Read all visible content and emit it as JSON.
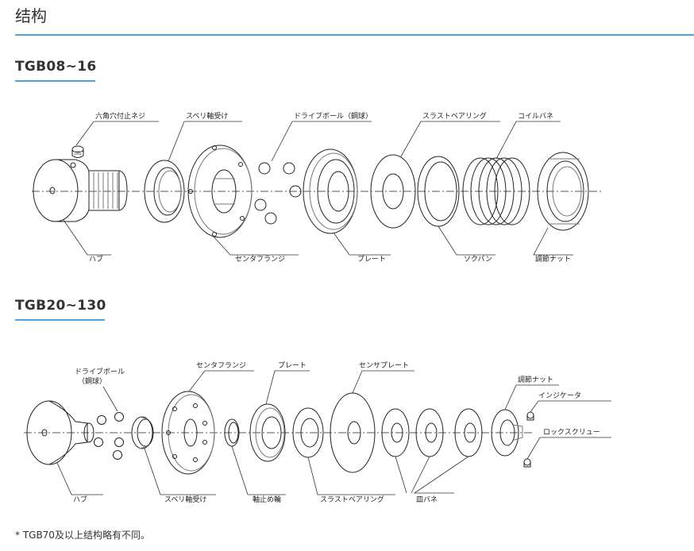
{
  "page": {
    "title": "结构"
  },
  "section1": {
    "heading": "TGB08~16",
    "labels": {
      "hex_screw": "六角穴付止ネジ",
      "slide_bearing": "スベリ軸受け",
      "drive_ball": "ドライブボール（鋼球）",
      "thrust_bearing": "スラストベアリング",
      "coil_spring": "コイルバネ",
      "hub": "ハブ",
      "center_flange": "センタフランジ",
      "plate": "プレート",
      "socket_washer": "ソクバン",
      "adjust_nut": "調節ナット"
    }
  },
  "section2": {
    "heading": "TGB20~130",
    "labels": {
      "drive_ball_1": "ドライブボール",
      "drive_ball_2": "（鋼球）",
      "center_flange": "センタフランジ",
      "plate": "プレート",
      "sensor_plate": "センサプレート",
      "adjust_nut": "調節ナット",
      "indicator": "インジケータ",
      "lock_screw": "ロックスクリュー",
      "hub": "ハブ",
      "slide_bearing": "スベリ軸受け",
      "retaining_ring": "軸止め輪",
      "thrust_bearing": "スラストベアリング",
      "disc_spring": "皿バネ"
    }
  },
  "footnote": "* TGB70及以上结构略有不同。"
}
